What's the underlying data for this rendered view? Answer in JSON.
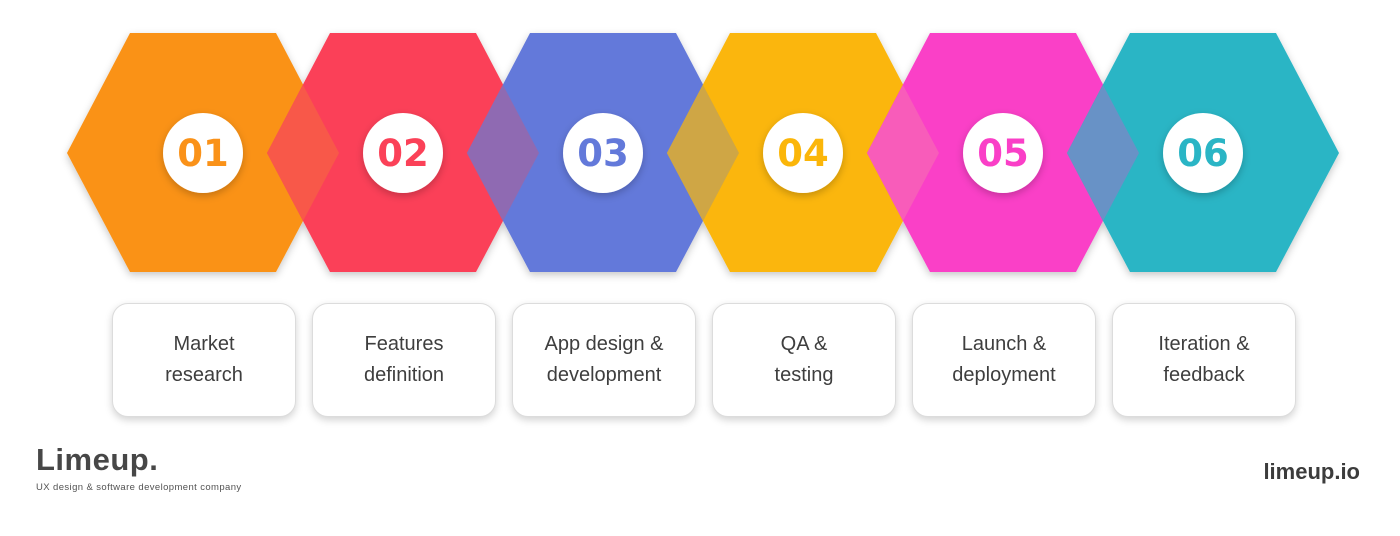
{
  "steps": [
    {
      "number": "01",
      "color": "#FA9219",
      "label": "Market research",
      "lines": [
        "Market",
        "research"
      ]
    },
    {
      "number": "02",
      "color": "#FB4158",
      "label": "Features definition",
      "lines": [
        "Features",
        "definition"
      ]
    },
    {
      "number": "03",
      "color": "#6379DA",
      "label": "App design & development",
      "lines": [
        "App design &",
        "development"
      ]
    },
    {
      "number": "04",
      "color": "#FBB609",
      "label": "QA & testing",
      "lines": [
        "QA &",
        "testing"
      ]
    },
    {
      "number": "05",
      "color": "#FA3FC7",
      "label": "Launch & deployment",
      "lines": [
        "Launch &",
        "deployment"
      ]
    },
    {
      "number": "06",
      "color": "#2AB5C5",
      "label": "Iteration & feedback",
      "lines": [
        "Iteration &",
        "feedback"
      ]
    }
  ],
  "junctions": [
    {
      "between": "01-02",
      "color": "#F8594A"
    },
    {
      "between": "02-03",
      "color": "#8F6BB2"
    },
    {
      "between": "03-04",
      "color": "#CFA644"
    },
    {
      "between": "04-05",
      "color": "#F85CBA"
    },
    {
      "between": "05-06",
      "color": "#6892C6"
    }
  ],
  "circle": {
    "fill": "#FFFFFF"
  },
  "footer": {
    "logo_text": "Limeup.",
    "logo_tagline": "UX design & software development company",
    "website": "limeup.io"
  },
  "colors": {
    "background": "#FFFFFF",
    "card_text": "#3E3E3E"
  }
}
